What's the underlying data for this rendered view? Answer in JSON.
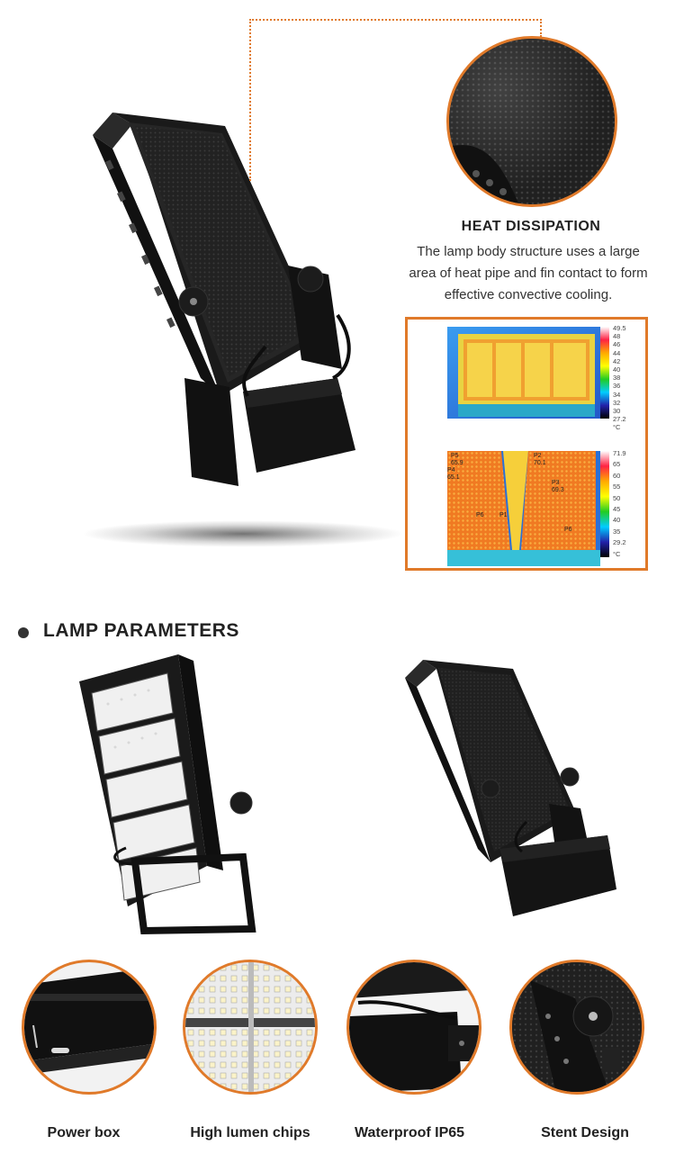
{
  "heat": {
    "title": "HEAT DISSIPATION",
    "desc_lines": [
      "The lamp body structure uses a large",
      "area of heat pipe and fin contact to form",
      "effective convective cooling."
    ]
  },
  "thermal_top": {
    "scale": [
      "49.5",
      "48",
      "46",
      "44",
      "42",
      "40",
      "38",
      "36",
      "34",
      "32",
      "30",
      "27.2",
      "°C"
    ]
  },
  "thermal_bottom": {
    "scale": [
      "71.9",
      "65",
      "60",
      "55",
      "50",
      "45",
      "40",
      "35",
      "29.2",
      "°C"
    ],
    "points": [
      {
        "label": "P5",
        "value": "65.9"
      },
      {
        "label": "P2",
        "value": "70.1"
      },
      {
        "label": "P4",
        "value": "65.1"
      },
      {
        "label": "P3",
        "value": "69.3"
      },
      {
        "label": "P6",
        "value": ""
      },
      {
        "label": "P1",
        "value": ""
      },
      {
        "label": "P6",
        "value": ""
      }
    ]
  },
  "section": {
    "title": "LAMP PARAMETERS"
  },
  "features": [
    {
      "label": "Power box"
    },
    {
      "label": "High lumen chips"
    },
    {
      "label": "Waterproof IP65"
    },
    {
      "label": "Stent Design"
    }
  ],
  "colors": {
    "accent": "#e07a2a",
    "text": "#222222",
    "lamp_body": "#141414"
  }
}
